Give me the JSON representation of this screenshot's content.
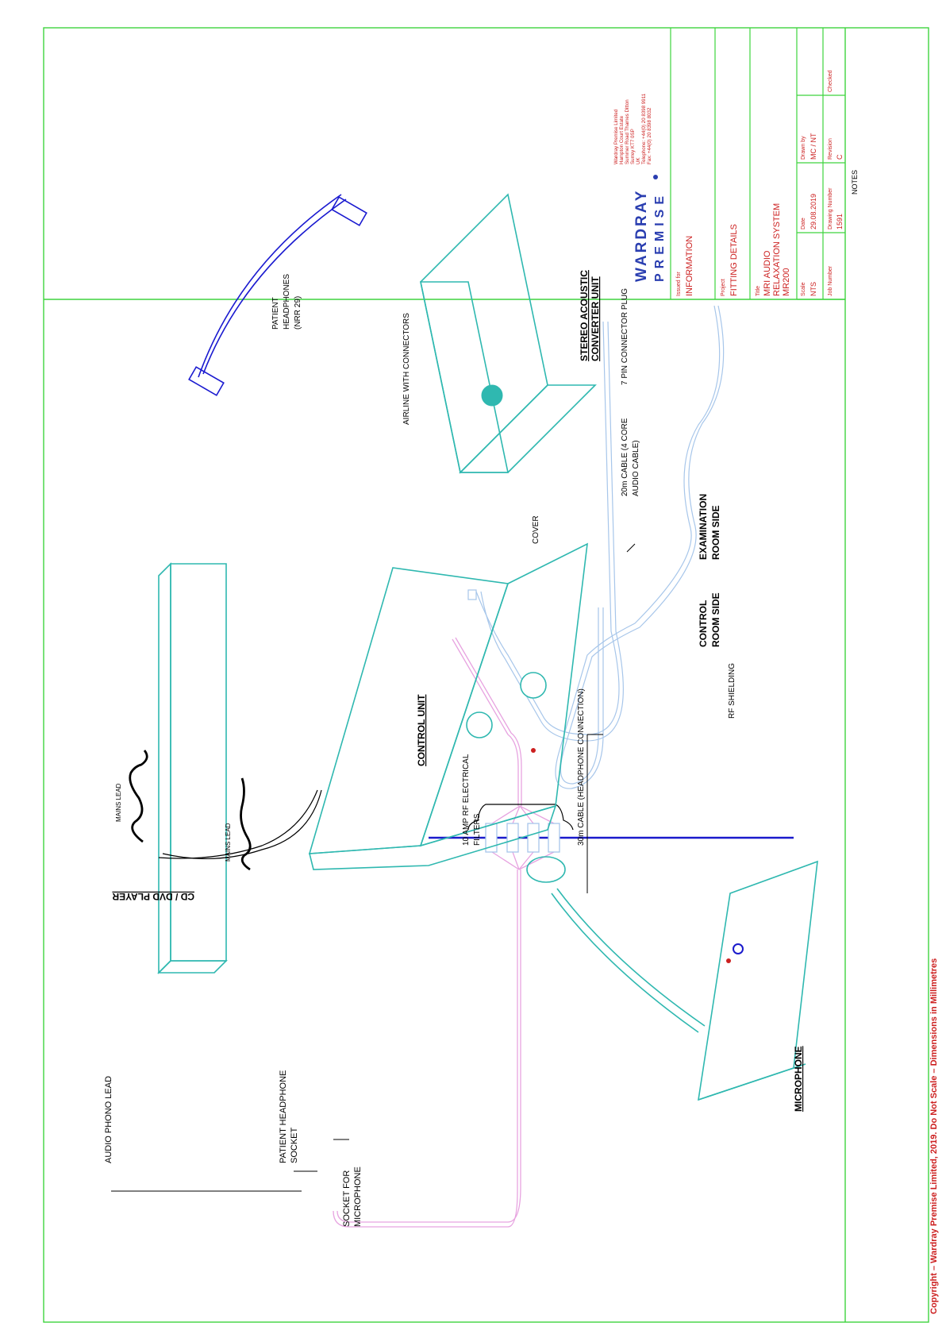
{
  "notes_label": "NOTES",
  "copyright": "Copyright – Wardray Premise Limited, 2019. Do Not Scale – Dimensions in Millimetres",
  "colors": {
    "frame": "#3ed43e",
    "equipment": "#2fb8b0",
    "audio_cable": "#e7a3e0",
    "airline": "#a7c6ea",
    "headphones": "#1a1ad0",
    "shield": "#1a1acc",
    "lead": "#000000",
    "red_text": "#cc1f1f",
    "logo_blue": "#2a3eb0"
  },
  "labels": {
    "cd_dvd_player": "CD / DVD PLAYER",
    "control_unit": "CONTROL UNIT",
    "microphone": "MICROPHONE",
    "stereo_acoustic_line1": "STEREO ACOUSTIC",
    "stereo_acoustic_line2": "CONVERTER UNIT",
    "mains_lead_1": "MAINS LEAD",
    "mains_lead_2": "MAINS LEAD",
    "audio_phono_lead": "AUDIO PHONO LEAD",
    "patient_headphone_socket_line1": "PATIENT HEADPHONE",
    "patient_headphone_socket_line2": "SOCKET",
    "socket_for_microphone_line1": "SOCKET FOR",
    "socket_for_microphone_line2": "MICROPHONE",
    "cable_30m": "30m CABLE (HEADPHONE CONNECTION)",
    "rf_filters_line1": "10 AMP RF ELECTRICAL",
    "rf_filters_line2": "FILTERS",
    "cover": "COVER",
    "control_room_line1": "CONTROL",
    "control_room_line2": "ROOM SIDE",
    "exam_room_line1": "EXAMINATION",
    "exam_room_line2": "ROOM SIDE",
    "rf_shielding": "RF SHIELDING",
    "cable_20m_line1": "20m CABLE (4 CORE",
    "cable_20m_line2": "AUDIO CABLE)",
    "pin_connector": "7 PIN CONNECTOR PLUG",
    "airline": "AIRLINE WITH CONNECTORS",
    "patient_headphones_line1": "PATIENT",
    "patient_headphones_line2": "HEADPHONES",
    "patient_headphones_line3": "(NRR 29)"
  },
  "title_block": {
    "logo_line1": "WARDRAY",
    "logo_line2": "PREMISE",
    "address": [
      "Wardray Premise Limited",
      "Hampton Court Estate",
      "Summer Road Thames Ditton",
      "Surrey KT7 0SP",
      "UK",
      "Telephone: +44(0) 20 8398 9911",
      "Fax: +44(0) 20 8398 8032"
    ],
    "issued_for_label": "Issued for",
    "issued_for": "INFORMATION",
    "project_label": "Project",
    "project": "FITTING DETAILS",
    "title_label": "Title",
    "title_lines": [
      "MRI AUDIO",
      "RELAXATION SYSTEM",
      "MR200"
    ],
    "scale_label": "Scale",
    "scale": "NTS",
    "date_label": "Date",
    "date": "29.08.2019",
    "drawn_by_label": "Drawn by",
    "drawn_by": "MC / NT",
    "job_number_label": "Job Number",
    "drawing_number_label": "Drawing Number",
    "drawing_number": "1591",
    "revision_label": "Revision",
    "revision": "C",
    "checked_label": "Checked"
  }
}
